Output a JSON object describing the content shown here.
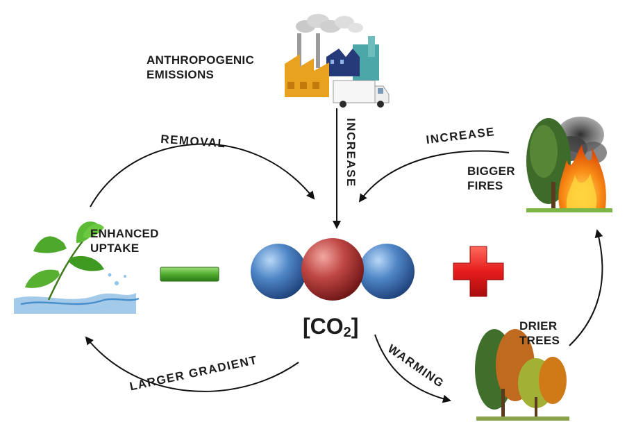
{
  "labels": {
    "anthropogenic_line1": "ANTHROPOGENIC",
    "anthropogenic_line2": "EMISSIONS",
    "removal": "REMOVAL",
    "increase_vertical": "INCREASE",
    "increase_top_right": "INCREASE",
    "bigger_fires_line1": "BIGGER",
    "bigger_fires_line2": "FIRES",
    "enhanced_uptake_line1": "ENHANCED",
    "enhanced_uptake_line2": "UPTAKE",
    "drier_trees_line1": "DRIER",
    "drier_trees_line2": "TREES",
    "larger_gradient": "LARGER GRADIENT",
    "warming": "WARMING"
  },
  "center": {
    "co2_open": "[CO",
    "co2_sub": "2",
    "co2_close": "]"
  },
  "signs": {
    "minus": "−",
    "plus": "+"
  },
  "colors": {
    "oxygen_atom": "#3f74b8",
    "carbon_atom": "#b23a3a",
    "minus_sign": "#52b034",
    "plus_sign": "#e01d1d",
    "arrow": "#111111",
    "factory": "#e8a21f",
    "fire": "#f27a12"
  },
  "icons": [
    "factory-icon",
    "delivery-truck-icon",
    "plant-leaf-water-icon",
    "burning-tree-icon",
    "drying-trees-icon"
  ]
}
